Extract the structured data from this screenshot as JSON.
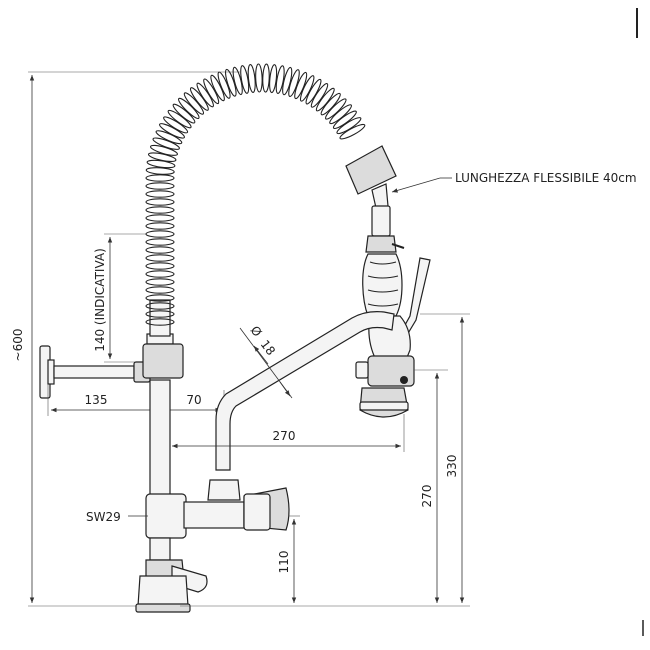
{
  "labels": {
    "hose_length": "LUNGHEZZA FLESSIBILE 40cm",
    "total_height": "~600",
    "spring_height": "140 (INDICATIVA)",
    "pipe_diameter_symbol": "Ø",
    "pipe_diameter": "18",
    "wall_distance": "135",
    "column_offset": "70",
    "spout_reach": "270",
    "spout_height": "270",
    "head_height": "330",
    "tap_height": "110",
    "wrench_size": "SW29"
  }
}
